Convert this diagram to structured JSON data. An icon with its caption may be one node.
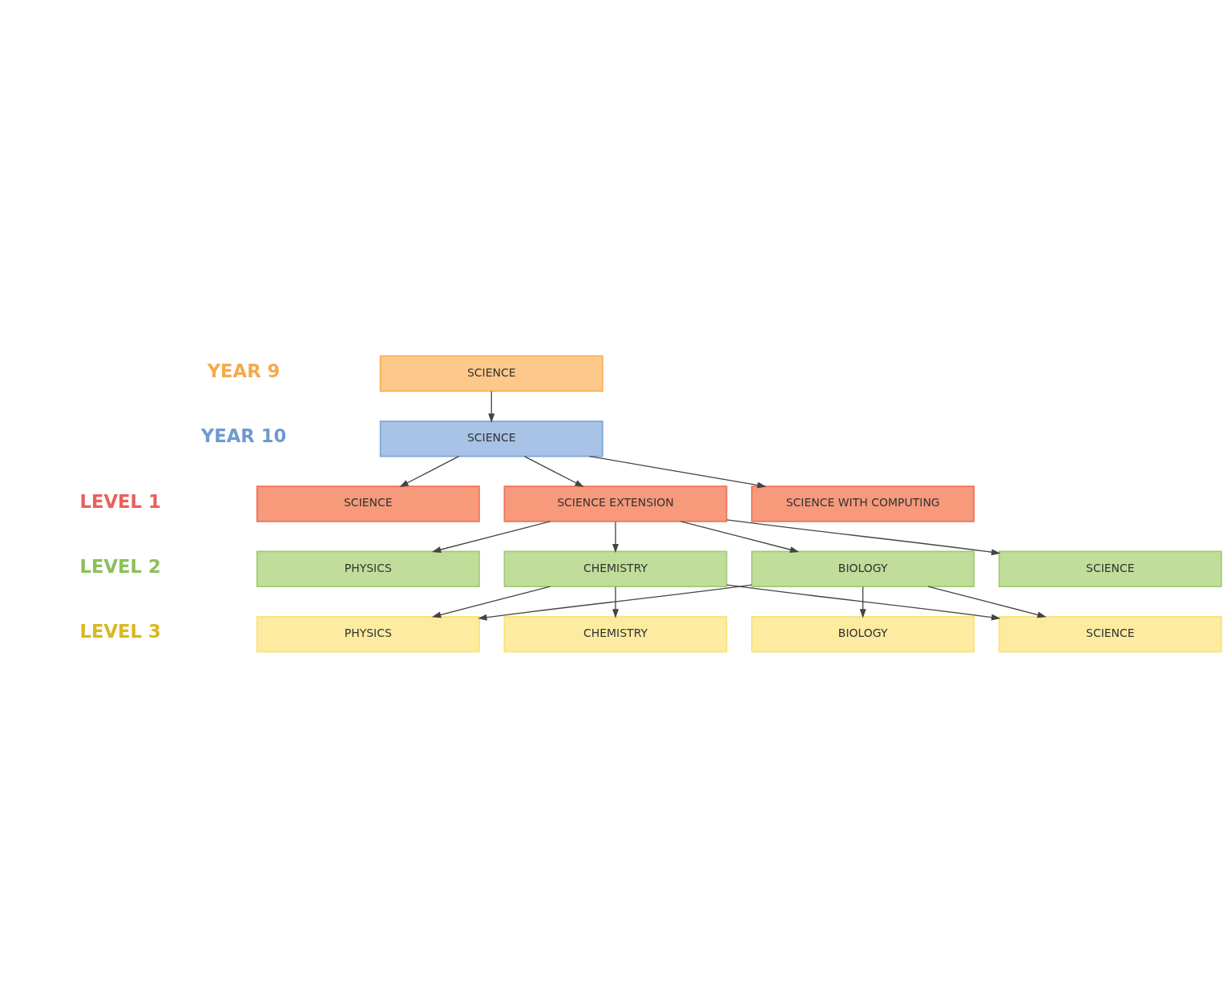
{
  "diagram": {
    "nodes": [
      {
        "text": [
          "SCIENCE"
        ]
      },
      {
        "text": [
          "SCIENCE"
        ]
      },
      {
        "text": [
          "SCIENCE"
        ]
      },
      {
        "text": [
          "SCIENCE EXTENSION"
        ]
      },
      {
        "text": [
          "SCIENCE WITH COMPUTING"
        ]
      },
      {
        "text": [
          "PHYSICS"
        ]
      },
      {
        "text": [
          "SCIENCE"
        ]
      },
      {
        "text": [
          "CHEMISTRY"
        ]
      },
      {
        "text": [
          "BIOLOGY"
        ]
      },
      {
        "text": [
          "PHYSICS"
        ]
      },
      {
        "text": [
          "SCIENCE"
        ]
      },
      {
        "text": [
          "CHEMISTRY"
        ]
      },
      {
        "text": [
          "BIOLOGY"
        ]
      }
    ],
    "edges": [
      {
        "from": 0,
        "to": 1,
        "arrow": "to"
      },
      {
        "from": 1,
        "to": 2,
        "arrow": "to"
      },
      {
        "from": 1,
        "to": 3,
        "arrow": "to"
      },
      {
        "from": 1,
        "to": 4,
        "arrow": "to"
      },
      {
        "from": 3,
        "to": 5,
        "arrow": "to"
      },
      {
        "from": 3,
        "to": 7,
        "arrow": "to"
      },
      {
        "from": 3,
        "to": 8,
        "arrow": "to"
      },
      {
        "from": 3,
        "to": 6,
        "arrow": "to"
      },
      {
        "from": 7,
        "to": 9,
        "arrow": "to"
      },
      {
        "from": 7,
        "to": 11,
        "arrow": "to"
      },
      {
        "from": 7,
        "to": 10,
        "arrow": "to"
      },
      {
        "from": 8,
        "to": 9,
        "arrow": "to"
      },
      {
        "from": 8,
        "to": 12,
        "arrow": "to"
      },
      {
        "from": 8,
        "to": 10,
        "arrow": "to"
      }
    ],
    "labels": [
      "YEAR 9",
      "YEAR 10",
      "LEVEL 1",
      "LEVEL 2",
      "LEVEL 3"
    ]
  }
}
